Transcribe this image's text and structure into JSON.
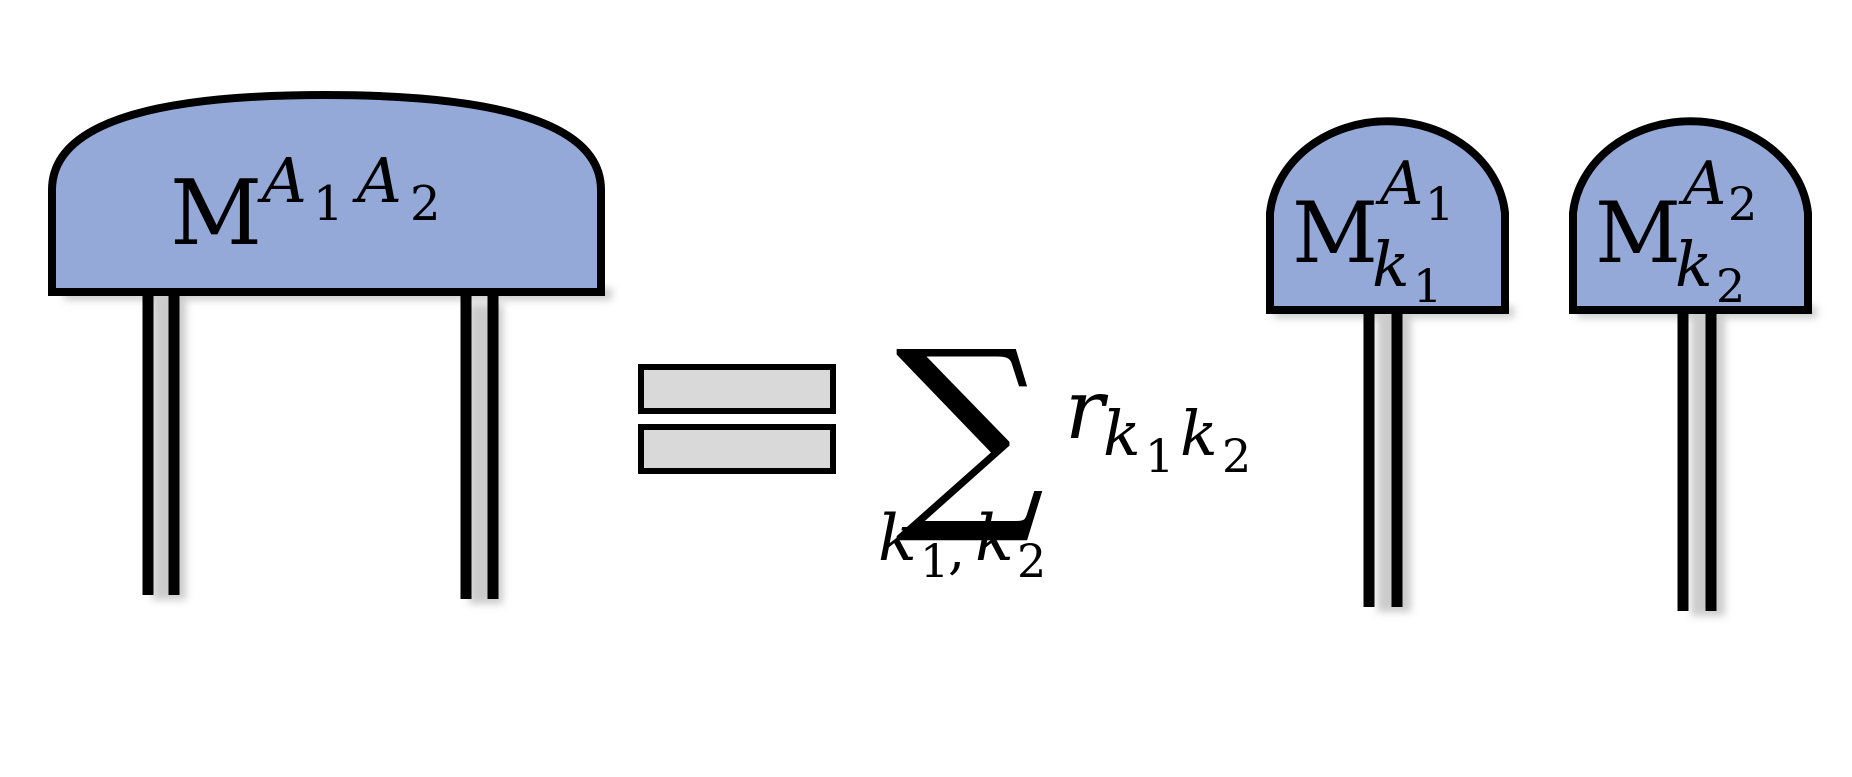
{
  "colors": {
    "tensor_fill": "#95a9d9",
    "outline": "#000000",
    "equals_fill": "#d9d9d9",
    "shadow": "#bfbfbf"
  },
  "left_tensor": {
    "symbol": "M",
    "sup_1_letter": "A",
    "sup_1_index": "1",
    "sup_2_letter": "A",
    "sup_2_index": "2"
  },
  "sum": {
    "symbol": "∑",
    "sub_k1_letter": "k",
    "sub_k1_index": "1",
    "comma": ",",
    "sub_k2_letter": "k",
    "sub_k2_index": "2"
  },
  "coefficient": {
    "letter": "r",
    "k1_letter": "k",
    "k1_index": "1",
    "k2_letter": "k",
    "k2_index": "2"
  },
  "right_tensor_1": {
    "symbol": "M",
    "sup_letter": "A",
    "sup_index": "1",
    "sub_letter": "k",
    "sub_index": "1"
  },
  "right_tensor_2": {
    "symbol": "M",
    "sup_letter": "A",
    "sup_index": "2",
    "sub_letter": "k",
    "sub_index": "2"
  }
}
